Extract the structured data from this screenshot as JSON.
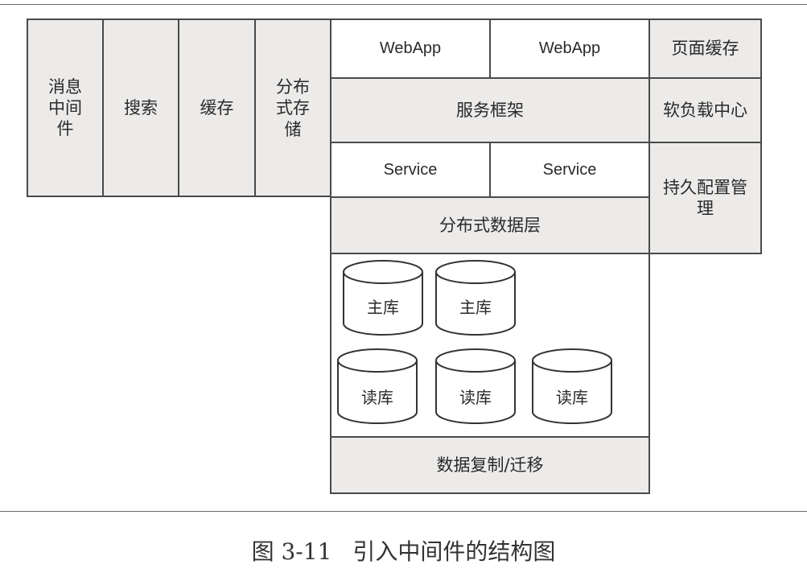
{
  "diagram": {
    "left_columns": [
      {
        "label": "消息中间件"
      },
      {
        "label": "搜索"
      },
      {
        "label": "缓存"
      },
      {
        "label": "分布式存储"
      }
    ],
    "webapps": [
      "WebApp",
      "WebApp"
    ],
    "service_framework": "服务框架",
    "services": [
      "Service",
      "Service"
    ],
    "data_layer": "分布式数据层",
    "master_dbs": [
      "主库",
      "主库"
    ],
    "read_dbs": [
      "读库",
      "读库",
      "读库"
    ],
    "replication": "数据复制/迁移",
    "right_column": [
      "页面缓存",
      "软负载中心",
      "持久配置管理"
    ]
  },
  "caption": {
    "number": "图 3-11",
    "text": "引入中间件的结构图"
  }
}
